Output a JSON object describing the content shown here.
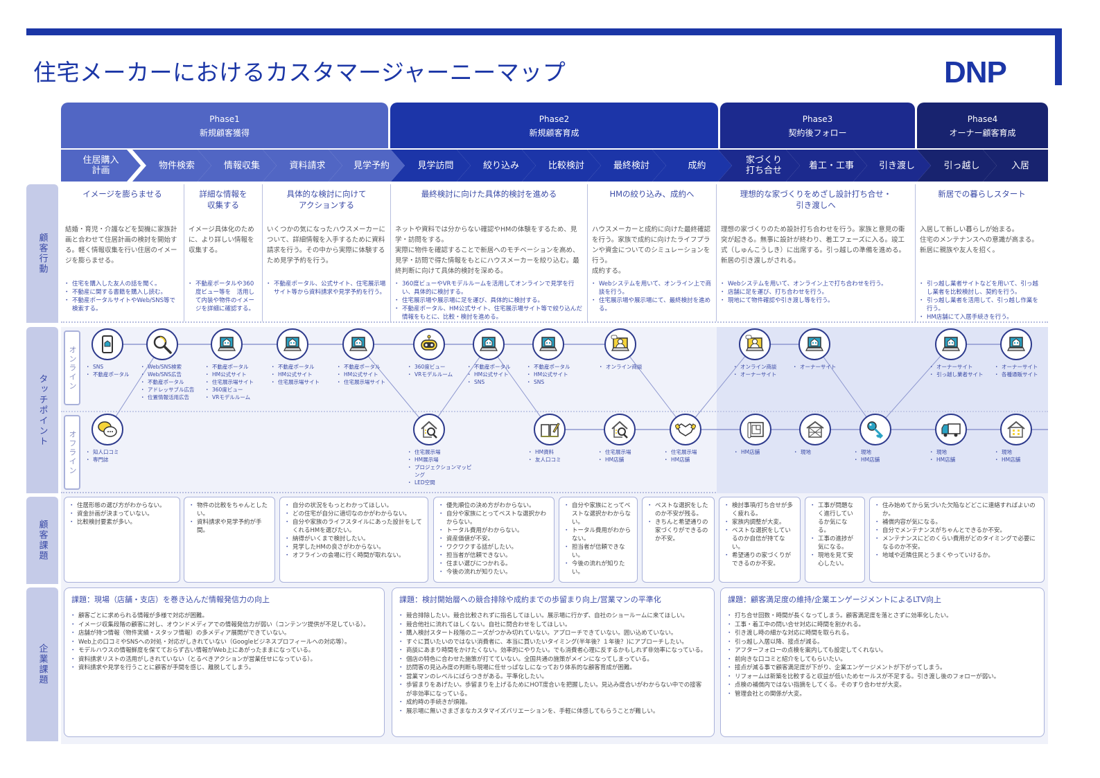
{
  "header": {
    "title": "住宅メーカーにおけるカスタマージャーニーマップ",
    "logo": "DNP"
  },
  "colors": {
    "brand": "#1b36a6",
    "phase1": "#5166c4",
    "phase2": "#1c35a8",
    "phase3": "#1c2a8e",
    "phase4": "#18236f",
    "label_bg": "#c5cbe8"
  },
  "phases": [
    {
      "name": "Phase1",
      "label": "新規顧客獲得"
    },
    {
      "name": "Phase2",
      "label": "新規顧客育成"
    },
    {
      "name": "Phase3",
      "label": "契約後フォロー"
    },
    {
      "name": "Phase4",
      "label": "オーナー顧客育成"
    }
  ],
  "steps": [
    "住居購入\n計画",
    "物件検索",
    "情報収集",
    "資料請求",
    "見学予約",
    "見学訪問",
    "絞り込み",
    "比較検討",
    "最終検討",
    "成約",
    "家づくり\n打ち合せ",
    "着工・工事",
    "引き渡し",
    "引っ越し",
    "入居"
  ],
  "row_labels": {
    "action": "顧客行動",
    "touchpoint": "タッチポイント",
    "customer_issue": "顧客課題",
    "company_issue": "企業課題",
    "online": "オンライン",
    "offline": "オフライン"
  },
  "actions": [
    {
      "heading": "イメージを膨らませる",
      "desc": "結婚・育児・介護などを契機に家族計画と合わせて住居計画の検討を開始する。軽く情報収集を行い住居のイメージを膨らませる。",
      "items": [
        "住宅を購入した友人の話を聞く。",
        "不動産に関する書籍を購入し読む。",
        "不動産ポータルサイトやWeb/SNS等で検索する。"
      ]
    },
    {
      "heading": "詳細な情報を\n収集する",
      "desc": "イメージ具体化のために、より詳しい情報を収集する。",
      "items": [
        "不動産ポータルや360度ビュー等を　活用して内装や物件のイメージを詳細に確認する。"
      ]
    },
    {
      "heading": "具体的な検討に向けて\nアクションする",
      "desc": "いくつかの気になったハウスメーカーについて、詳細情報を入手するために資料請求を行う。その中から実際に体験するため見学予約を行う。",
      "items": [
        "不動産ポータル、公式サイト、住宅展示場サイト等から資料請求や見学予約を行う。"
      ]
    },
    {
      "heading": "最終検討に向けた具体的検討を進める",
      "desc": "ネットや資料では分からない確認やHMの体験をするため、見学・訪問をする。\n実際に物件を確認することで新居へのモチベーションを高め、見学・訪問で得た情報をもとにハウスメーカーを絞り込む。最終判断に向けて具体的検討を深める。",
      "items": [
        "360度ビューやVRモデルルームを活用してオンラインで見学を行い、具体的に検討する。",
        "住宅展示場や展示場に足を運び、具体的に検討する。",
        "不動産ポータル、HM公式サイト、住宅展示場サイト等で絞り込んだ情報をもとに、比較・検討を進める。"
      ]
    },
    {
      "heading": "HMの絞り込み、成約へ",
      "desc": "ハウスメーカーと成約に向けた最終確認を行う。家族で成約に向けたライフプランや資金についてのシミュレーションを行う。\n成約する。",
      "items": [
        "Webシステムを用いて、オンライン上で商談を行う。",
        "住宅展示場や展示場にて、最終検討を進める。"
      ]
    },
    {
      "heading": "理想的な家づくりをめざし設計打ち合せ・\n引き渡しへ",
      "desc": "理想の家づくりのため設計打ち合わせを行う。家族と意見の衝突が起きる。無事に設計が終わり、着工フェーズに入る。竣工式（しゅんこうしき）に出席する。引っ越しの準備を進める。新居の引き渡しがされる。",
      "items": [
        "Webシステムを用いて、オンライン上で打ち合わせを行う。",
        "店舗に足を運び、打ち合わせを行う。",
        "現地にて物件確認や引き渡し等を行う。"
      ]
    },
    {
      "heading": "新居での暮らしスタート",
      "desc": "入居して新しい暮らしが始まる。\n住宅のメンテナンスへの意識が高まる。\n新居に親族や友人を招く。",
      "items": [
        "引っ越し業者サイトなどを用いて、引っ越し業者を比較検討し、契約を行う。",
        "引っ越し業者を活用して、引っ越し作業を行う。",
        "HM店舗にて入居手続きを行う。"
      ]
    }
  ],
  "touchpoints": {
    "online": [
      {
        "icon": "smartphone-icon",
        "items": [
          "SNS",
          "不動産ポータル"
        ]
      },
      {
        "icon": "magnifier-icon",
        "items": [
          "Web/SNS検索",
          "Web/SNS広告",
          "不動産ポータル",
          "アドレッサブル広告",
          "位置情報活用広告"
        ]
      },
      {
        "icon": "laptop-house-icon",
        "items": [
          "不動産ポータル",
          "HM公式サイト",
          "住宅展示場サイト",
          "360度ビュー",
          "VRモデルルーム"
        ]
      },
      {
        "icon": "laptop-house-icon",
        "items": [
          "不動産ポータル",
          "HM公式サイト",
          "住宅展示場サイト"
        ]
      },
      {
        "icon": "laptop-house-icon",
        "items": [
          "不動産ポータル",
          "HM公式サイト",
          "住宅展示場サイト"
        ]
      },
      {
        "icon": "vr-robot-icon",
        "items": [
          "360度ビュー",
          "VRモデルルーム"
        ]
      },
      {
        "icon": "laptop-house-icon",
        "items": [
          "不動産ポータル",
          "HM公式サイト",
          "SNS"
        ]
      },
      {
        "icon": "laptop-house-icon",
        "items": [
          "不動産ポータル",
          "HM公式サイト",
          "SNS"
        ]
      },
      {
        "icon": "online-meeting-icon",
        "items": [
          "オンライン商談"
        ]
      },
      {
        "icon": "online-meeting-icon",
        "items": [
          "オンライン商談",
          "オーナーサイト"
        ]
      },
      {
        "icon": "laptop-house-icon",
        "items": [
          "オーナーサイト"
        ]
      },
      {
        "icon": "laptop-house-icon",
        "items": [
          "オーナーサイト",
          "引っ越し業者サイト"
        ]
      },
      {
        "icon": "laptop-house-icon",
        "items": [
          "オーナーサイト",
          "各種通販サイト"
        ]
      }
    ],
    "offline": [
      {
        "icon": "chat-bubbles-icon",
        "items": [
          "知人口コミ",
          "専門誌"
        ]
      },
      {
        "icon": "house-search-icon",
        "items": [
          "住宅展示場",
          "HM展示場",
          "プロジェクションマッピング",
          "LED空間"
        ]
      },
      {
        "icon": "book-pen-icon",
        "items": [
          "HM資料",
          "友人口コミ"
        ]
      },
      {
        "icon": "house-search-icon",
        "items": [
          "住宅展示場",
          "HM店舗"
        ]
      },
      {
        "icon": "handshake-icon",
        "items": [
          "住宅展示場",
          "HM店舗"
        ]
      },
      {
        "icon": "blueprint-icon",
        "items": [
          "HM店舗"
        ]
      },
      {
        "icon": "construction-icon",
        "items": [
          "現地"
        ]
      },
      {
        "icon": "key-icon",
        "items": [
          "現地",
          "HM店舗"
        ]
      },
      {
        "icon": "truck-icon",
        "items": [
          "現地",
          "HM店舗"
        ]
      },
      {
        "icon": "house-icon",
        "items": [
          "現地",
          "HM店舗"
        ]
      }
    ]
  },
  "customer_issues": [
    [
      "住居形態の選び方がわからない。",
      "資金計画が決まっていない。",
      "比較検討要素が多い。"
    ],
    [
      "物件の比較をちゃんとしたい。",
      "資料請求や見学予約が手間。"
    ],
    [
      "自分の状況をもっとわかってほしい。",
      "どの住宅が自分に適切なのかがわからない。",
      "自分や家族のライフスタイルにあった設計をしてくれるHMを選びたい。",
      "納得がいくまで検討したい。",
      "見学したHMの良さがわからない。",
      "オフラインの会場に行く時間が取れない。"
    ],
    [
      "優先順位の決め方がわからない。",
      "自分や家族にとってベストな選択かわからない。",
      "トータル費用がわからない。",
      "資産価値が不安。",
      "ワクワクする話がしたい。",
      "担当者が信頼できない。",
      "住まい選びにつかれる。",
      "今後の流れが知りたい。"
    ],
    [
      "自分や家族にとってベストな選択かわからない。",
      "トータル費用がわからない。",
      "担当者が信頼できない。",
      "今後の流れが知りたい。"
    ],
    [
      "ベストな選択をしたのか不安が残る。",
      "きちんと希望通りの家づくりができるのか不安。"
    ],
    [
      "検討事項/打ち合せが多く疲れる。",
      "家族内調整が大変。",
      "ベストな選択をしているのか自信が持てない。",
      "希望通りの家づくりができるのか不安。"
    ],
    [
      "工事が問題なく進行しているか気になる。",
      "工事の進捗が気になる。",
      "現地を見て安心したい。"
    ],
    [
      "住み始めてから気づいた欠陥などどこに連絡すればよいのか。",
      "補償内容が気になる。",
      "自分でメンテナンスがちゃんとできるか不安。",
      "メンテナンスにどのくらい費用がどのタイミングで必要になるのか不安。",
      "地域や近隣住民とうまくやっていけるか。"
    ]
  ],
  "company_issues": [
    {
      "title": "課題：現場（店舗・支店）を巻き込んだ情報発信力の向上",
      "items": [
        "顧客ごとに求められる情報が多様で対応が困難。",
        "イメージ収集段階の顧客に対し、オウンドメディアでの情報発信力が弱い（コンテンツ提供が不足している）。",
        "店舗が持つ情報（物件実績・スタッフ情報）の多メディア展開ができていない。",
        "Web上の口コミやSNSへの対処・対応がしきれていない（Googleビジネスプロフィールへの対応等）。",
        "モデルハウスの情報鮮度を保てておらず古い情報がWeb上にあがったままになっている。",
        "資料請求リストの活用がしきれていない（とるべきアクションが営業任せになっている）。",
        "資料請求や見学を行うことに顧客が手間を感じ、離脱してしまう。"
      ]
    },
    {
      "title": "課題：検討開始層への競合排除や成約までの歩留まり向上/営業マンの平準化",
      "items": [
        "競合排除したい。競合比較されずに指名してほしい。展示場に行かず、自社のショールームに来てほしい。",
        "競合他社に流れてほしくない。自社に問合わせをしてほしい。",
        "購入検討スタート段階のニーズがつかみ切れていない。アプローチできていない。囲い込めていない。",
        "すぐに買いたいのではない消費者に、本当に買いたいタイミング(半年後？１年後？)にアプローチしたい。",
        "商談にあまり時間をかけたくない。効率的にやりたい。でも消費者心理に反するかもしれず非効率になっている。",
        "個店の特色に合わせた施策が打てていない。全国共通の施策がメインになってしまっている。",
        "訪問客の見込み度の判断も現場に任せっぱなしになっており体系的な顧客育成が困難。",
        "営業マンのレベルにばらつきがある。平準化したい。",
        "歩留まりをあげたい。歩留まりを上げるためにHOT度合いを把握したい。見込み度合いがわからない中での接客が非効率になっている。",
        "成約時の手続きが煩雑。",
        "展示場に無いさまざまなカスタマイズバリエーションを、手軽に体感してもらうことが難しい。"
      ]
    },
    {
      "title": "課題：顧客満足度の維持/企業エンゲージメントによるLTV向上",
      "items": [
        "打ち合せ回数・時間が長くなってしまう。顧客満足度を落とさずに効率化したい。",
        "工事・着工中の問い合せ対応に時間を割かれる。",
        "引き渡し時の細かな対応に時間を取られる。",
        "引っ越し入居以降、接点が減る。",
        "アフターフォローの点検を案内しても設定してくれない。",
        "前向きな口コミと紹介をしてもらいたい。",
        "接点が減る事で顧客満足度が下がり、企業エンゲージメントが下がってしまう。",
        "リフォームは新築を比較すると収益が低いためセールスが不足する。引き渡し後のフォローが弱い。",
        "点検の補償内ではない指摘をしてくる。そのすり合わせが大変。",
        "管理会社との関係が大変。"
      ]
    }
  ]
}
